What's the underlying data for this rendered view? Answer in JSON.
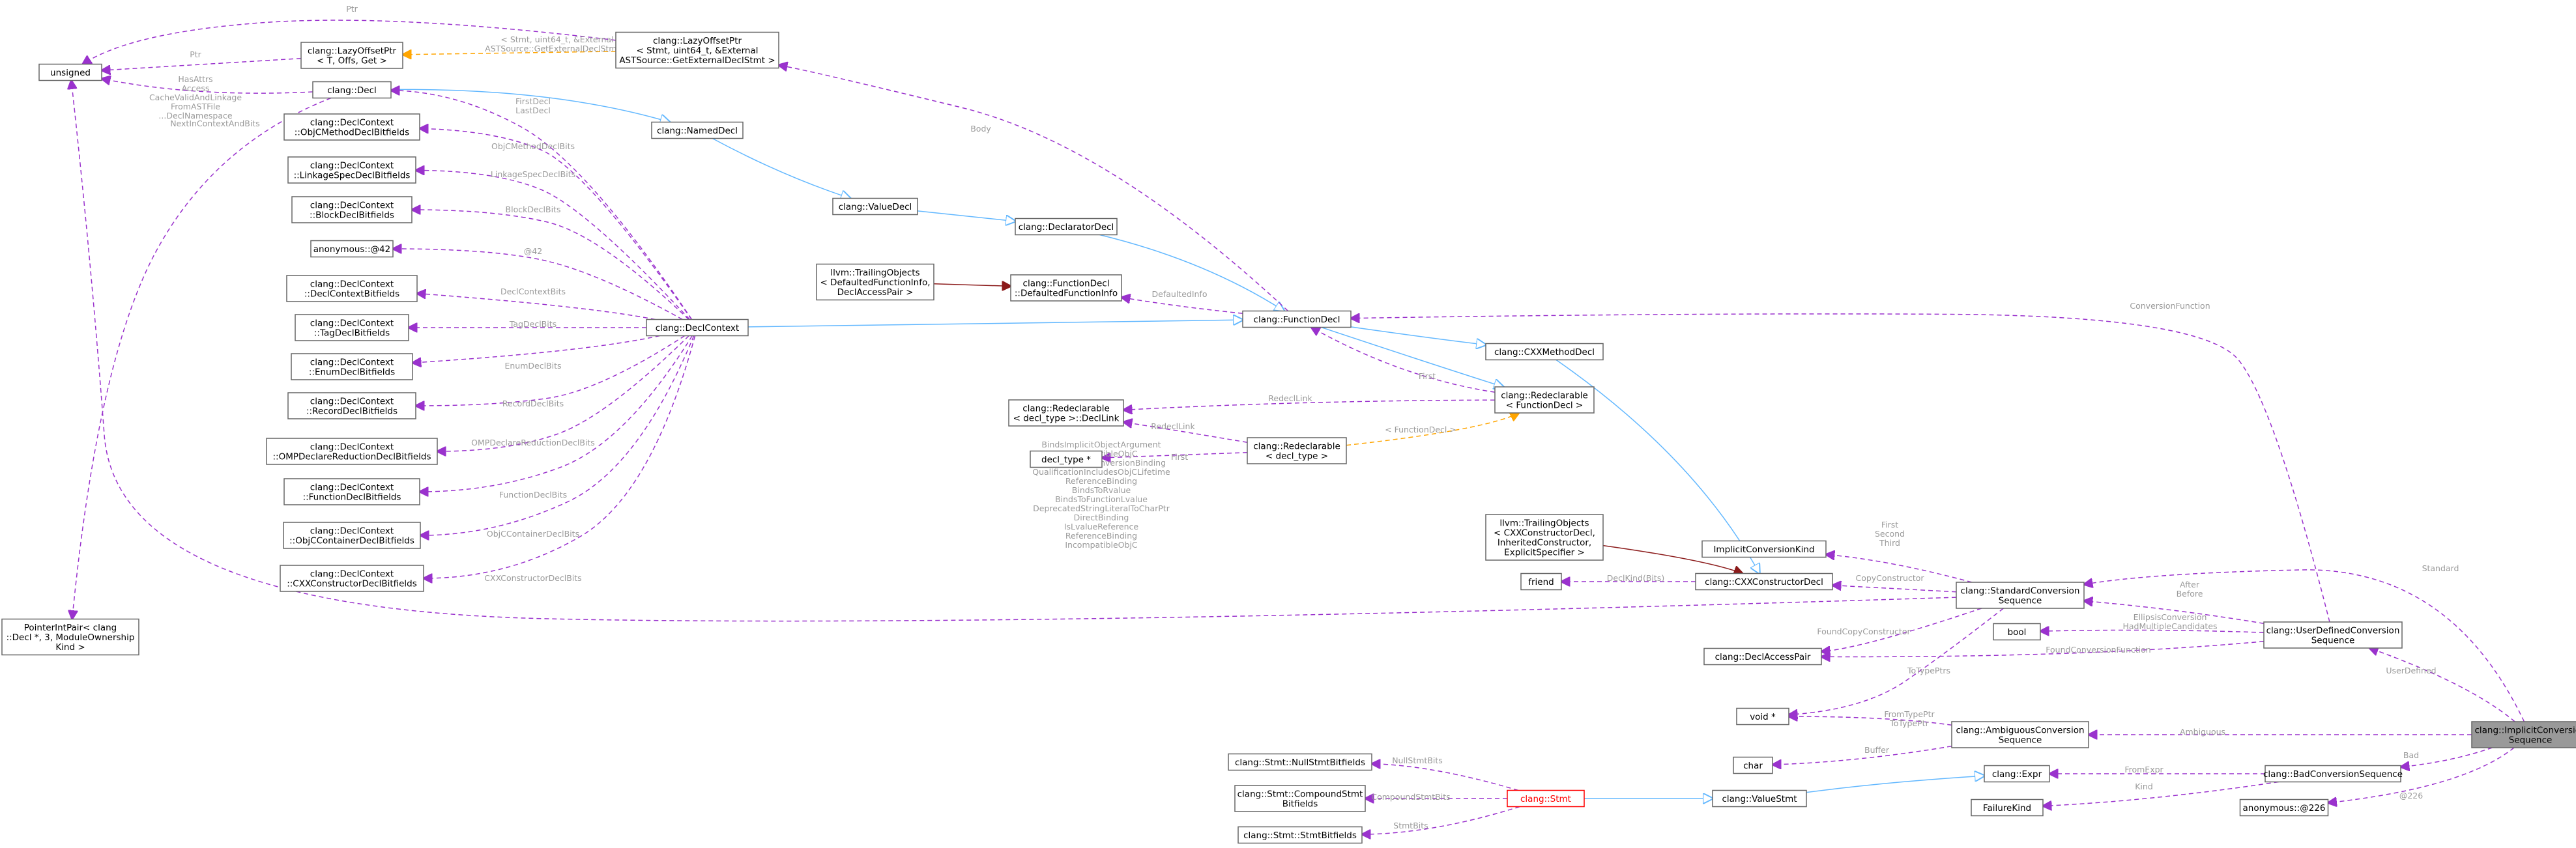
{
  "nodes": {
    "ics": [
      "clang::ImplicitConversion",
      "Sequence"
    ],
    "stdconv": [
      "clang::StandardConversion",
      "Sequence"
    ],
    "udconv": [
      "clang::UserDefinedConversion",
      "Sequence"
    ],
    "ambig": [
      "clang::AmbiguousConversion",
      "Sequence"
    ],
    "bad": [
      "clang::BadConversionSequence"
    ],
    "anon226": [
      "anonymous::@226"
    ],
    "implkind": [
      "ImplicitConversionKind"
    ],
    "boolt": [
      "bool"
    ],
    "voidp": [
      "void *"
    ],
    "chart": [
      "char"
    ],
    "expr": [
      "clang::Expr"
    ],
    "failkind": [
      "FailureKind"
    ],
    "valuestmt": [
      "clang::ValueStmt"
    ],
    "stmt": [
      "clang::Stmt"
    ],
    "nullbits": [
      "clang::Stmt::NullStmtBitfields"
    ],
    "compbits": [
      "clang::Stmt::CompoundStmt",
      "Bitfields"
    ],
    "stmtbits": [
      "clang::Stmt::StmtBitfields"
    ],
    "access": [
      "clang::DeclAccessPair"
    ],
    "ctor": [
      "clang::CXXConstructorDecl"
    ],
    "friend": [
      "friend"
    ],
    "trailctor": [
      "llvm::TrailingObjects",
      "< CXXConstructorDecl,",
      "InheritedConstructor,",
      "ExplicitSpecifier >"
    ],
    "method": [
      "clang::CXXMethodDecl"
    ],
    "funcdecl": [
      "clang::FunctionDecl"
    ],
    "redeclf": [
      "clang::Redeclarable",
      "< FunctionDecl >"
    ],
    "redeclt": [
      "clang::Redeclarable",
      "< decl_type >"
    ],
    "redecllink": [
      "clang::Redeclarable",
      "< decl_type >::DeclLink"
    ],
    "decltypep": [
      "decl_type *"
    ],
    "defaulted": [
      "clang::FunctionDecl",
      "::DefaultedFunctionInfo"
    ],
    "trailfunc": [
      "llvm::TrailingObjects",
      "< DefaultedFunctionInfo,",
      "DeclAccessPair >"
    ],
    "declarator": [
      "clang::DeclaratorDecl"
    ],
    "valuedecl": [
      "clang::ValueDecl"
    ],
    "nameddecl": [
      "clang::NamedDecl"
    ],
    "decl": [
      "clang::Decl"
    ],
    "declctx": [
      "clang::DeclContext"
    ],
    "lazy1": [
      "clang::LazyOffsetPtr",
      "< Stmt, uint64_t, &External",
      "ASTSource::GetExternalDeclStmt >"
    ],
    "lazy2": [
      "clang::LazyOffsetPtr",
      "< T, Offs, Get >"
    ],
    "unsigned": [
      "unsigned"
    ],
    "ptrint": [
      "PointerIntPair< clang",
      "::Decl *, 3, ModuleOwnership",
      "Kind >"
    ],
    "objcmethod": [
      "clang::DeclContext",
      "::ObjCMethodDeclBitfields"
    ],
    "linkage": [
      "clang::DeclContext",
      "::LinkageSpecDeclBitfields"
    ],
    "block": [
      "clang::DeclContext",
      "::BlockDeclBitfields"
    ],
    "anon42": [
      "anonymous::@42"
    ],
    "dcbits": [
      "clang::DeclContext",
      "::DeclContextBitfields"
    ],
    "tag": [
      "clang::DeclContext",
      "::TagDeclBitfields"
    ],
    "enumb": [
      "clang::DeclContext",
      "::EnumDeclBitfields"
    ],
    "record": [
      "clang::DeclContext",
      "::RecordDeclBitfields"
    ],
    "omp": [
      "clang::DeclContext",
      "::OMPDeclareReductionDeclBitfields"
    ],
    "funcbits": [
      "clang::DeclContext",
      "::FunctionDeclBitfields"
    ],
    "objccont": [
      "clang::DeclContext",
      "::ObjCContainerDeclBitfields"
    ],
    "cxxctorbits": [
      "clang::DeclContext",
      "::CXXConstructorDeclBitfields"
    ]
  },
  "edge_labels": {
    "ics_std": [
      "Standard"
    ],
    "ics_ud": [
      "UserDefined"
    ],
    "ics_amb": [
      "Ambiguous"
    ],
    "ics_bad": [
      "Bad"
    ],
    "ics_anon": [
      "@226"
    ],
    "std_kind": [
      "First",
      "Second",
      "Third"
    ],
    "std_ctor": [
      "CopyConstructor"
    ],
    "std_access": [
      "FoundCopyConstructor"
    ],
    "std_void": [
      "ToTypePtrs"
    ],
    "std_unsigned": [
      "BindsImplicitObjectArgument",
      "IncompatibleObjC",
      "ObjCLifetimeConversionBinding",
      "QualificationIncludesObjCLifetime",
      "ReferenceBinding",
      "BindsToRvalue",
      "BindsToFunctionLvalue",
      "DeprecatedStringLiteralToCharPtr",
      "DirectBinding",
      "IsLvalueReference",
      "ReferenceBinding",
      "IncompatibleObjC"
    ],
    "ud_std": [
      "After",
      "Before"
    ],
    "ud_bool": [
      "EllipsisConversion",
      "HadMultipleCandidates"
    ],
    "ud_access": [
      "FoundConversionFunction"
    ],
    "ud_func": [
      "ConversionFunction"
    ],
    "amb_void": [
      "FromTypePtr",
      "ToTypePtr"
    ],
    "amb_char": [
      "Buffer"
    ],
    "bad_expr": [
      "FromExpr"
    ],
    "bad_kind": [
      "Kind"
    ],
    "ctor_friend": [
      "DeclKind(Bits)"
    ],
    "redeclf_func": [
      "First"
    ],
    "redeclf_link": [
      "RedeclLink"
    ],
    "redeclt_link": [
      "RedeclLink"
    ],
    "redeclt_ptr": [
      "First"
    ],
    "redeclf_tpl": [
      "< FunctionDecl >"
    ],
    "func_defaulted": [
      "DefaultedInfo"
    ],
    "func_lazy1": [
      "Body"
    ],
    "lazy1_unsigned": [
      "Ptr"
    ],
    "lazy1_lazy2": [
      "< Stmt, uint64_t, &External",
      "ASTSource::GetExternalDeclStmt >"
    ],
    "lazy2_unsigned": [
      "Ptr"
    ],
    "decl_unsigned": [
      "HasAttrs",
      "Access",
      "CacheValidAndLinkage",
      "FromASTFile",
      "...DeclNamespace"
    ],
    "decl_ptrint": [
      "NextInContextAndBits"
    ],
    "dc_decl": [
      "FirstDecl",
      "LastDecl"
    ],
    "dc_objcmethod": [
      "ObjCMethodDeclBits"
    ],
    "dc_linkage": [
      "LinkageSpecDeclBits"
    ],
    "dc_block": [
      "BlockDeclBits"
    ],
    "dc_anon42": [
      "@42"
    ],
    "dc_dcbits": [
      "DeclContextBits"
    ],
    "dc_tag": [
      "TagDeclBits"
    ],
    "dc_enum": [
      "EnumDeclBits"
    ],
    "dc_record": [
      "RecordDeclBits"
    ],
    "dc_omp": [
      "OMPDeclareReductionDeclBits"
    ],
    "dc_funcbits": [
      "FunctionDeclBits"
    ],
    "dc_objccont": [
      "ObjCContainerDeclBits"
    ],
    "dc_cxxctor": [
      "CXXConstructorDeclBits"
    ],
    "stmt_null": [
      "NullStmtBits"
    ],
    "stmt_comp": [
      "CompoundStmtBits"
    ],
    "stmt_bits": [
      "StmtBits"
    ]
  }
}
